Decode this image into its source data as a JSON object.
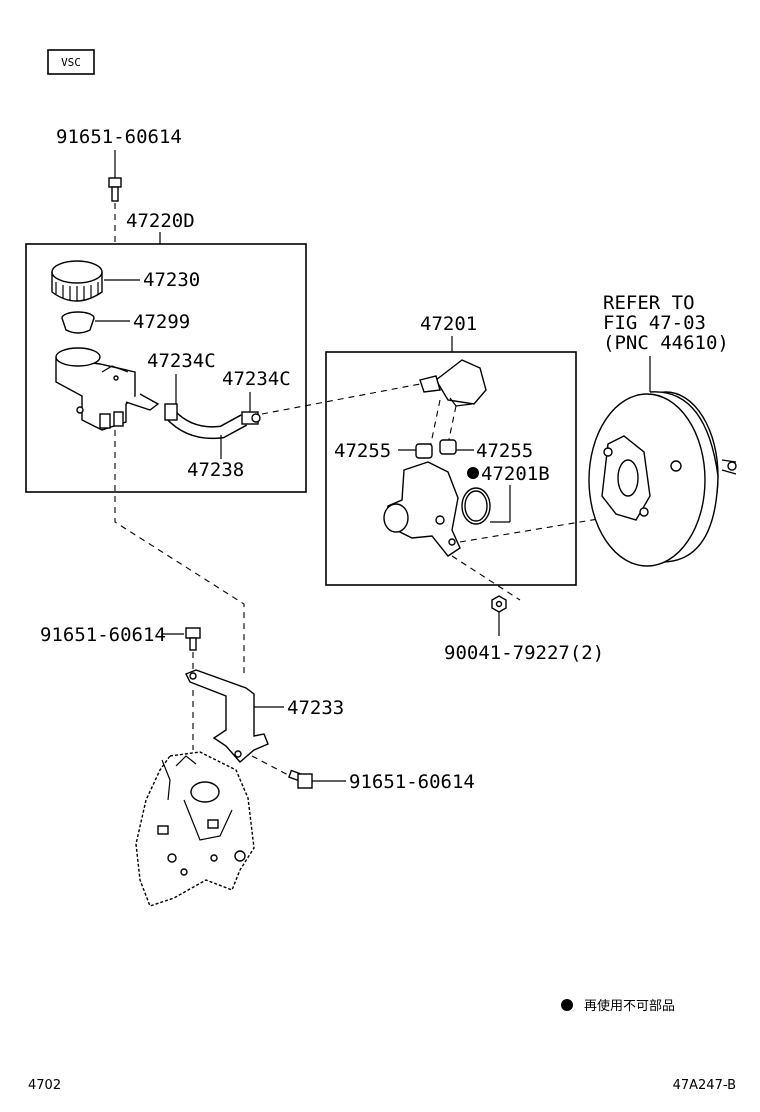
{
  "badge": "VSC",
  "reservoir_group": {
    "assembly": "47220D",
    "cap": "47230",
    "strainer": "47299",
    "clamp_left": "47234C",
    "clamp_right": "47234C",
    "hose": "47238"
  },
  "master_cylinder_group": {
    "assembly": "47201",
    "seal_left": "47255",
    "seal_right": "47255",
    "oring": "47201B",
    "nut": "90041-79227(2)"
  },
  "bolts": {
    "top": "91651-60614",
    "bracket": "91651-60614",
    "lower": "91651-60614"
  },
  "bracket": "47233",
  "booster_ref": {
    "line1": "REFER TO",
    "line2": "FIG 47-03",
    "line3": "(PNC 44610)"
  },
  "legend": {
    "text": "再使用不可部品"
  },
  "footer": {
    "page_left": "4702",
    "figure_code": "47A247-B"
  }
}
